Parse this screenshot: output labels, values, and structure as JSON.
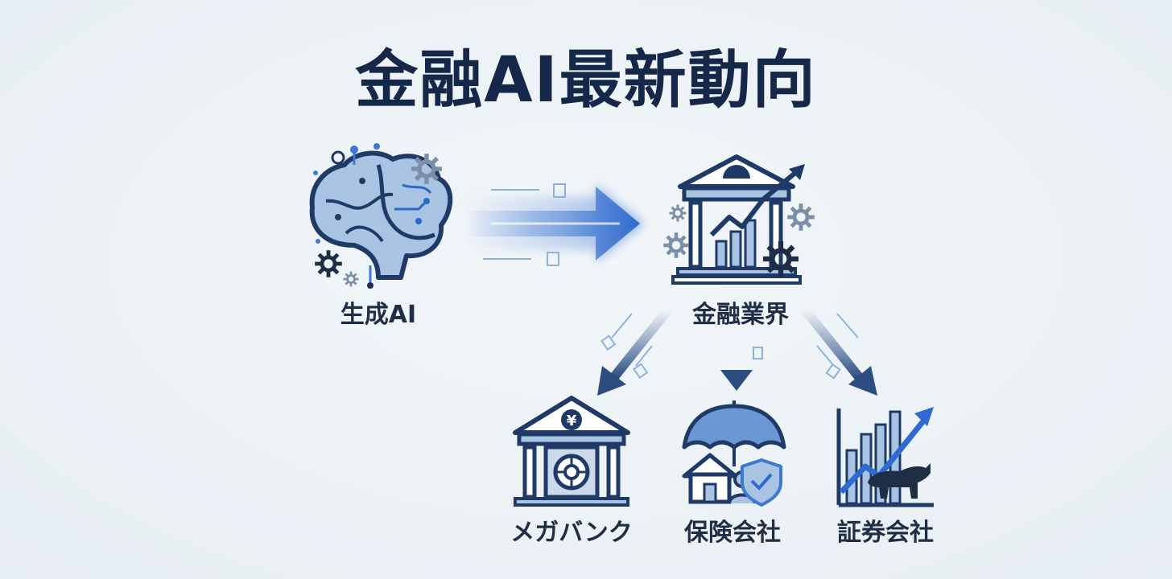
{
  "title": "金融AI最新動向",
  "nodes": {
    "generative_ai": {
      "label": "生成AI",
      "icon": "brain-circuit-icon"
    },
    "financial_industry": {
      "label": "金融業界",
      "icon": "bank-growth-icon"
    },
    "megabank": {
      "label": "メガバンク",
      "icon": "bank-vault-icon"
    },
    "insurance": {
      "label": "保険会社",
      "icon": "umbrella-house-icon"
    },
    "securities": {
      "label": "証券会社",
      "icon": "bull-chart-icon"
    }
  },
  "bank_symbol": "¥",
  "colors": {
    "title": "#16284a",
    "navy": "#1f3a66",
    "blue": "#3f78d1",
    "light_blue": "#8db3dd",
    "background": "#edf2f6"
  }
}
